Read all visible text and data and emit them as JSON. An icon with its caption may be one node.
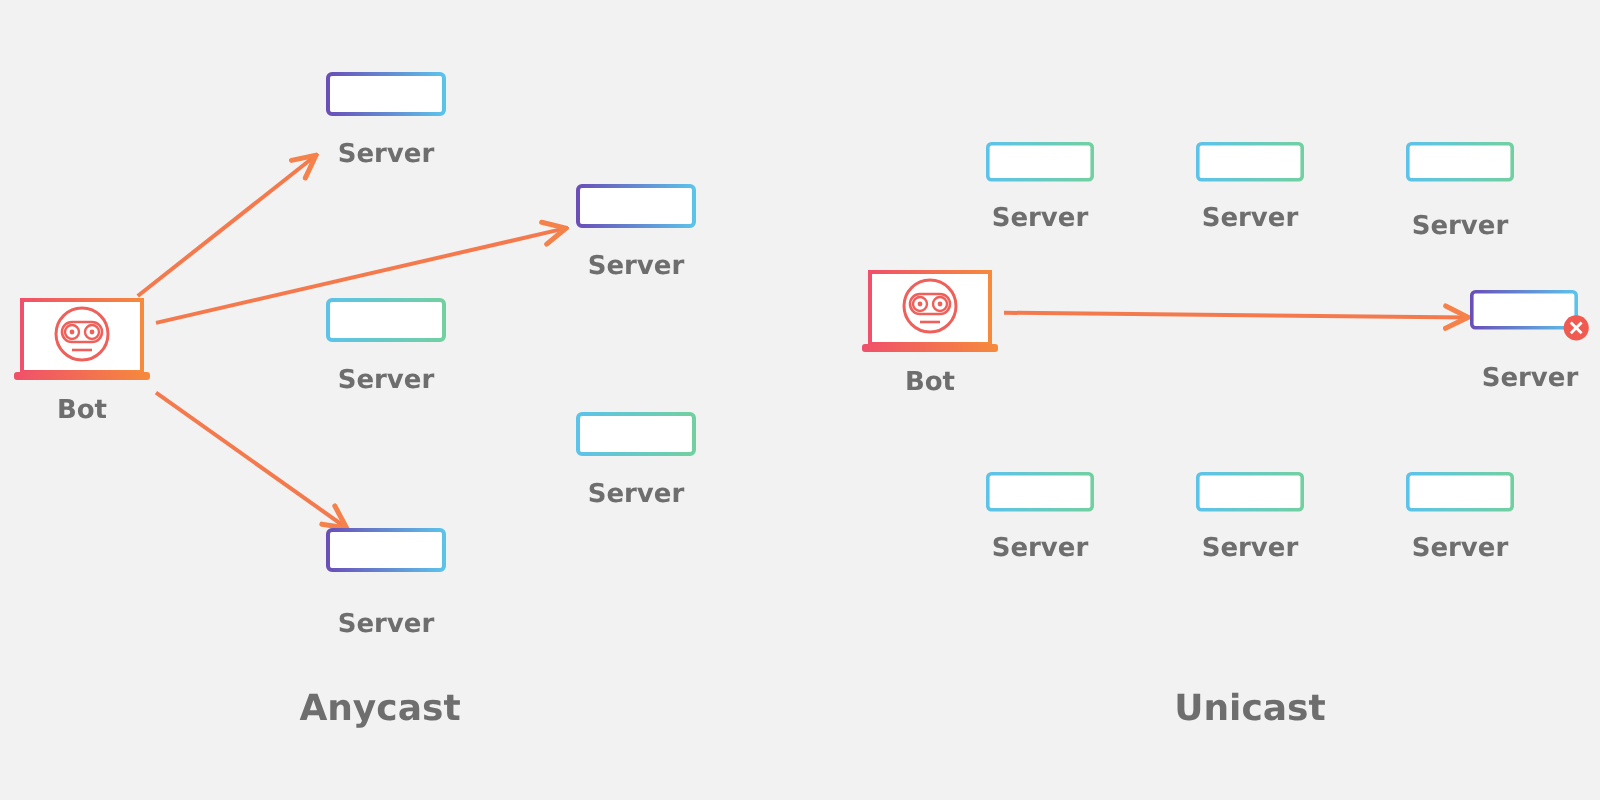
{
  "diagram": {
    "nodes": [
      {
        "text": [
          "Server"
        ]
      },
      {
        "text": [
          "Server"
        ]
      },
      {
        "text": [
          "Bot"
        ]
      },
      {
        "text": [
          "Server"
        ]
      },
      {
        "text": [
          "Server"
        ]
      },
      {
        "text": [
          "Server"
        ]
      },
      {
        "text": [
          "Server"
        ]
      },
      {
        "text": [
          "Server"
        ]
      },
      {
        "text": [
          "Server"
        ]
      },
      {
        "text": [
          "Bot"
        ]
      },
      {
        "text": [
          "Server"
        ]
      },
      {
        "text": [
          "Server"
        ]
      },
      {
        "text": [
          "Server"
        ]
      },
      {
        "text": [
          "Server"
        ]
      }
    ],
    "edges": [
      {
        "from": 2,
        "to": 0,
        "arrow": "to"
      },
      {
        "from": 2,
        "to": 1,
        "arrow": "to"
      },
      {
        "from": 2,
        "to": 5,
        "arrow": "to"
      },
      {
        "from": 9,
        "to": 10,
        "arrow": "to"
      }
    ],
    "labels": [
      "Anycast",
      "Unicast"
    ]
  }
}
